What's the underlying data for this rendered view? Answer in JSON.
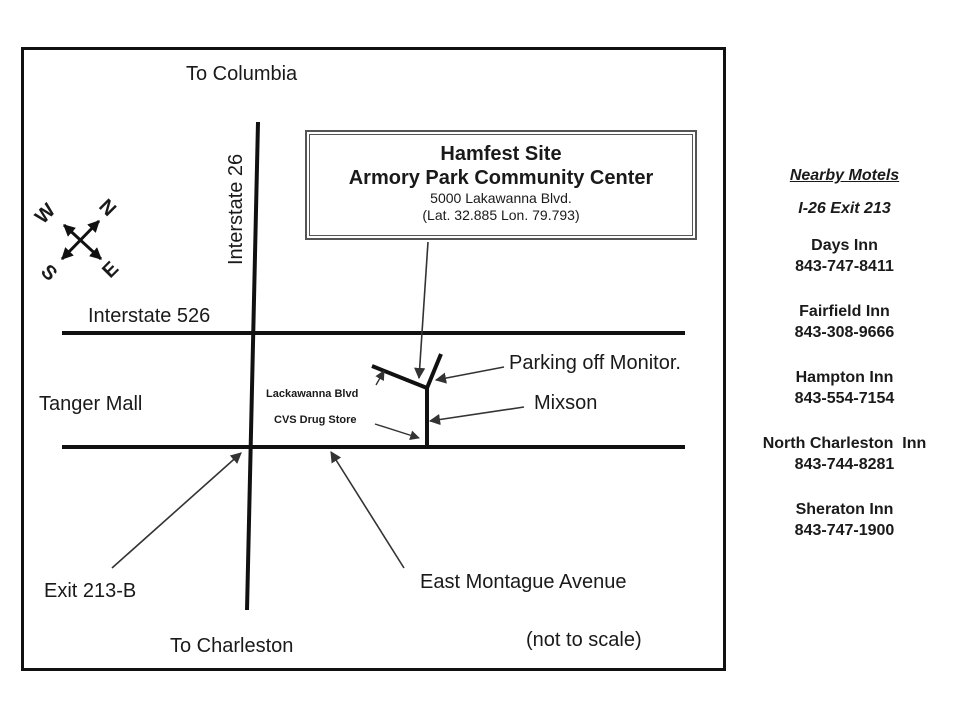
{
  "map": {
    "directions": {
      "north": "To Columbia",
      "south": "To Charleston"
    },
    "roads": {
      "i26": "Interstate 26",
      "i526": "Interstate 526",
      "lackawanna": "Lackawanna Blvd",
      "east_montague": "East Montague Avenue"
    },
    "places": {
      "tanger_mall": "Tanger Mall",
      "cvs": "CVS Drug Store",
      "mixson": "Mixson",
      "parking": "Parking off Monitor.",
      "exit": "Exit 213-B"
    },
    "site": {
      "line1": "Hamfest Site",
      "line2": "Armory Park Community Center",
      "address": "5000 Lakawanna Blvd.",
      "coords": "(Lat. 32.885  Lon. 79.793)"
    },
    "compass": {
      "n": "N",
      "s": "S",
      "e": "E",
      "w": "W"
    },
    "scale_note": "(not to scale)"
  },
  "motels": {
    "title": "Nearby Motels",
    "exit": "I-26 Exit 213",
    "items": [
      {
        "name": "Days Inn",
        "phone": "843-747-8411"
      },
      {
        "name": "Fairfield Inn",
        "phone": "843-308-9666"
      },
      {
        "name": "Hampton Inn",
        "phone": "843-554-7154"
      },
      {
        "name": "North Charleston  Inn",
        "phone": "843-744-8281"
      },
      {
        "name": "Sheraton Inn",
        "phone": "843-747-1900"
      }
    ]
  }
}
